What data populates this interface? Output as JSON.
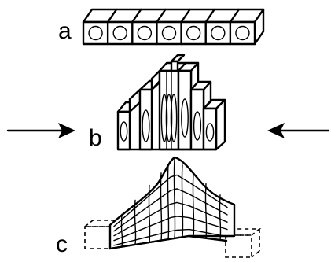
{
  "labels": {
    "a": "a",
    "b": "b",
    "c": "c"
  },
  "colors": {
    "ink": "#000000",
    "background": "#ffffff"
  }
}
